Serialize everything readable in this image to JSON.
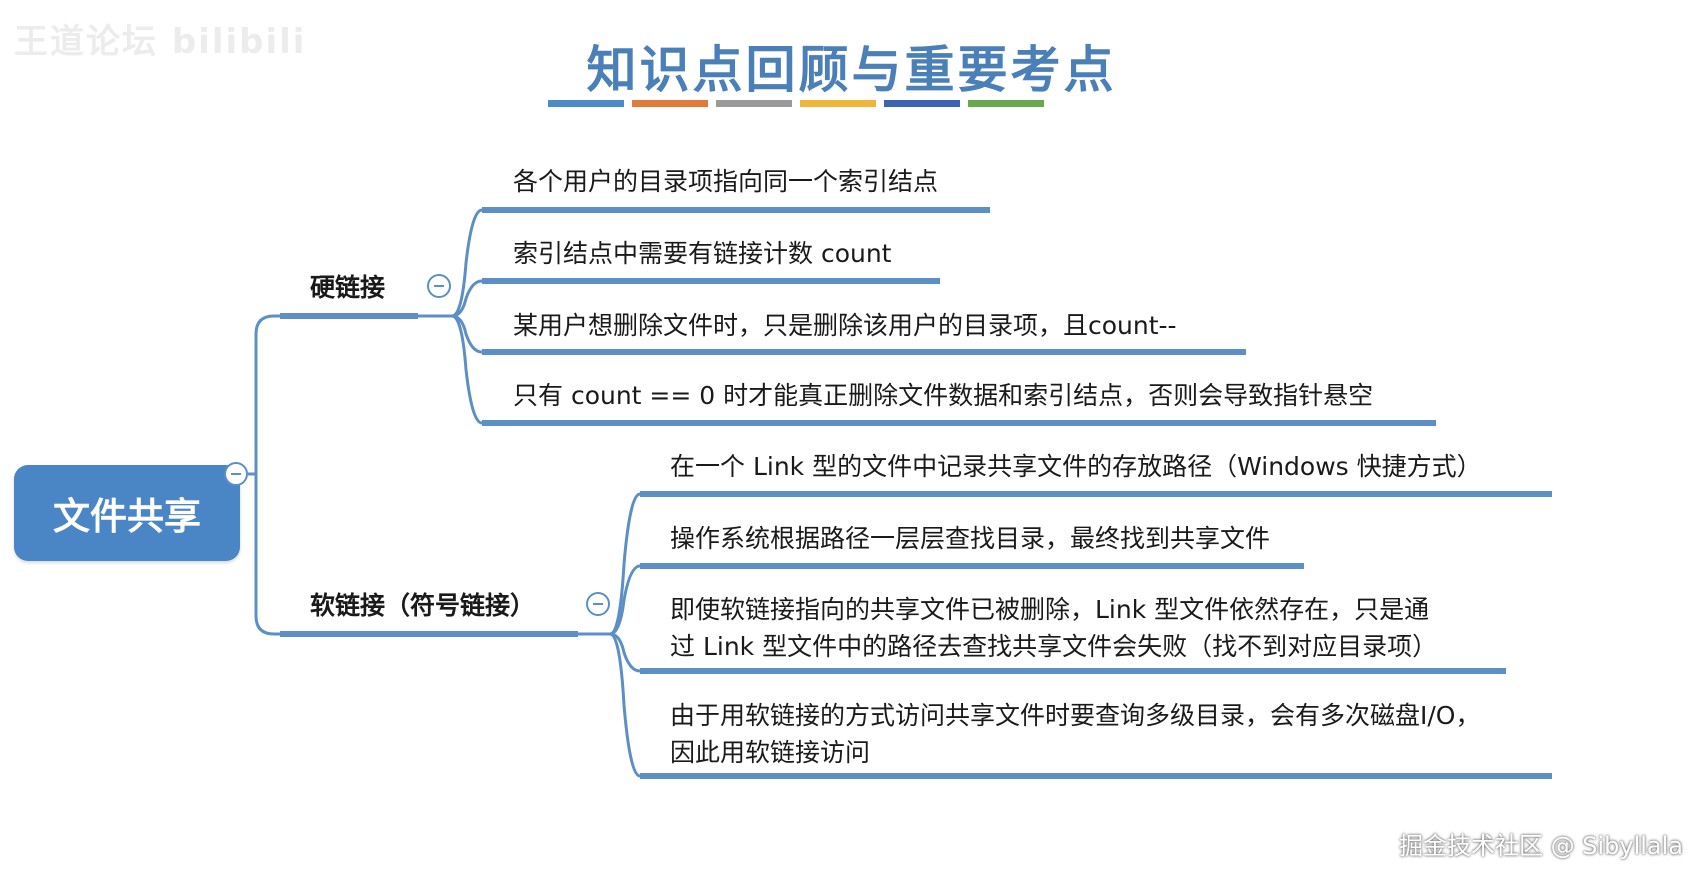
{
  "watermark_top": "王道论坛 bilibili",
  "title": "知识点回顾与重要考点",
  "title_bar_colors": [
    "#4d8ac9",
    "#e07b39",
    "#9a9a9a",
    "#f0b63a",
    "#3d63b5",
    "#6aa84f"
  ],
  "line_color": "#5b8fc6",
  "root": {
    "label": "文件共享"
  },
  "branches": [
    {
      "label": "硬链接",
      "children": [
        "各个用户的目录项指向同一个索引结点",
        "索引结点中需要有链接计数 count",
        "某用户想删除文件时，只是删除该用户的目录项，且count--",
        "只有 count == 0 时才能真正删除文件数据和索引结点，否则会导致指针悬空"
      ]
    },
    {
      "label": "软链接（符号链接）",
      "children": [
        "在一个 Link 型的文件中记录共享文件的存放路径（Windows 快捷方式）",
        "操作系统根据路径一层层查找目录，最终找到共享文件",
        "即使软链接指向的共享文件已被删除，Link 型文件依然存在，只是通\n过 Link 型文件中的路径去查找共享文件会失败（找不到对应目录项）",
        "由于用软链接的方式访问共享文件时要查询多级目录，会有多次磁盘I/O，\n因此用软链接访问"
      ]
    }
  ],
  "watermark_bottom": "掘金技术社区 @ Sibyllala"
}
